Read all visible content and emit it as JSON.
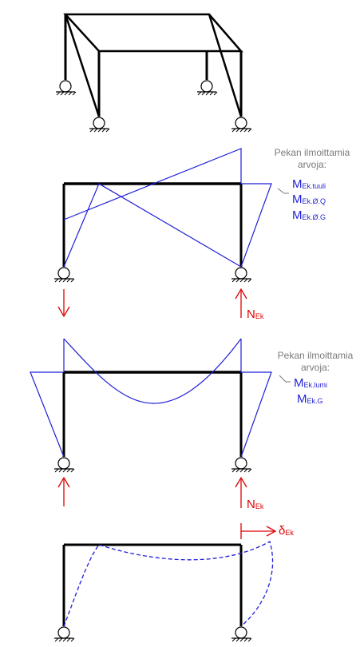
{
  "panel2": {
    "note_line1": "Pekan ilmoittamia",
    "note_line2": "arvoja:",
    "m1_main": "M",
    "m1_sub": "Ek.tuuli",
    "m2_main": "M",
    "m2_sub": "Ek.Ø.Q",
    "m3_main": "M",
    "m3_sub": "Ek.Ø.G",
    "force_main": "N",
    "force_sub": "Ek"
  },
  "panel3": {
    "note_line1": "Pekan ilmoittamia",
    "note_line2": "arvoja:",
    "m1_main": "M",
    "m1_sub": "Ek.lumi",
    "m2_main": "M",
    "m2_sub": "Ek.G",
    "force_main": "N",
    "force_sub": "Ek"
  },
  "panel4": {
    "delta_main": "δ",
    "delta_sub": "Ek"
  },
  "colors": {
    "structure": "#000000",
    "moment_diagram": "#1f1fd6",
    "force_arrows": "#e00000",
    "notes": "#7a7a7a"
  }
}
